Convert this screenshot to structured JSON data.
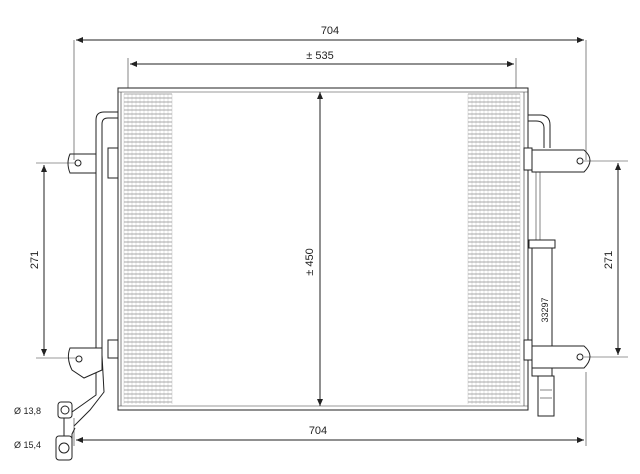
{
  "drawing": {
    "dimensions": {
      "overall_width_top": "704",
      "core_width": "± 535",
      "core_height": "± 450",
      "mount_spacing_left": "271",
      "mount_spacing_right": "271",
      "overall_width_bottom": "704"
    },
    "fittings": {
      "fitting_1": "Ø 13,8",
      "fitting_2": "Ø 15,4"
    },
    "part_number": "33297"
  }
}
